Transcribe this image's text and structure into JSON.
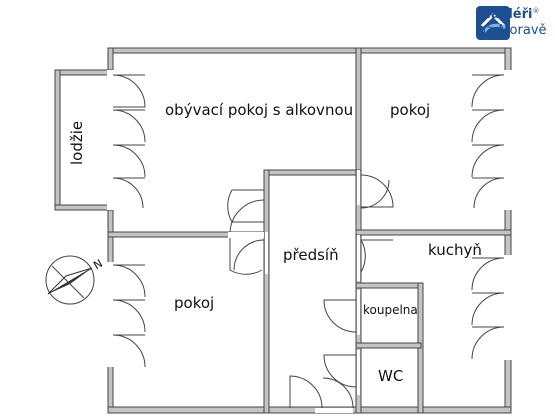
{
  "brand": {
    "name": "Makléři",
    "registered_mark": "®",
    "subtitle": "na Moravě",
    "logo_icon": "house-square-logo-icon",
    "color_primary": "#1d4f91",
    "color_secondary": "#3a7fd0"
  },
  "compass": {
    "north_label": "N",
    "icon": "compass-rose-icon"
  },
  "rooms": {
    "lodzie": "lodžie",
    "living_room": "obývací pokoj s alkovnou",
    "bedroom_top": "pokoj",
    "bedroom_bottom": "pokoj",
    "hallway": "předsíň",
    "kitchen": "kuchyň",
    "bathroom": "koupelna",
    "wc": "WC"
  },
  "colors": {
    "wall_fill": "#c4c4c4",
    "wall_line": "#444444",
    "background": "#ffffff"
  }
}
